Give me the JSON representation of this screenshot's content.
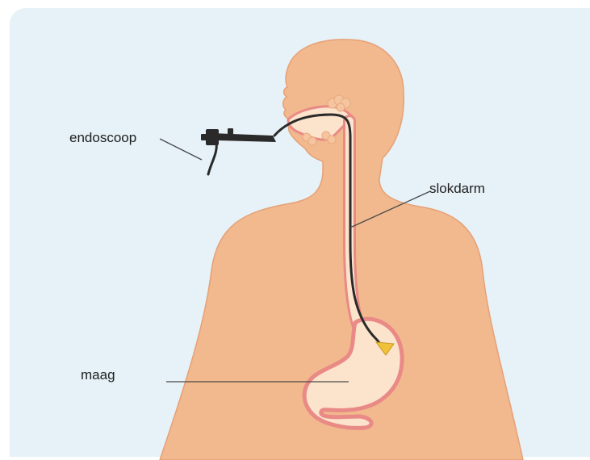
{
  "labels": {
    "endoscope": "endoscoop",
    "esophagus": "slokdarm",
    "stomach": "maag"
  },
  "colors": {
    "background": "#e6f2f7",
    "skin": "#f1b98d",
    "skin_outline": "#e7a077",
    "tract_wall": "#e98a86",
    "tract_inner": "#fbe3cc",
    "gland": "#f5c5a0",
    "scope": "#2a2a2a",
    "scope_tip": "#f0c23a",
    "leader_line": "#4a4a4a"
  }
}
